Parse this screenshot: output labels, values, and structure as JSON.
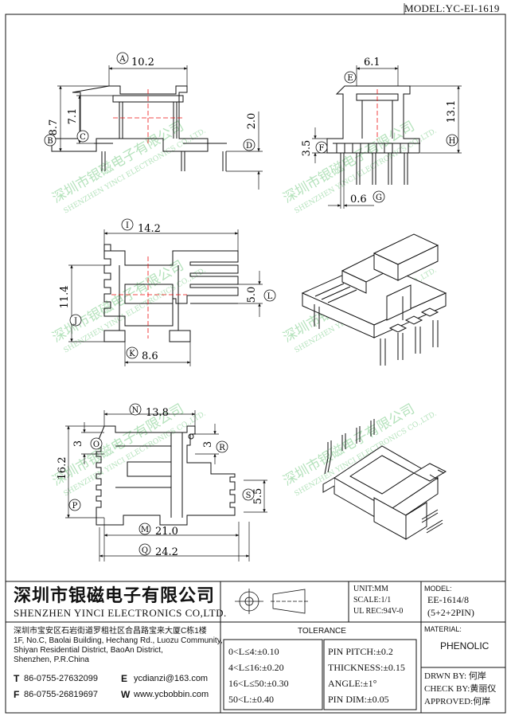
{
  "model_label": "MODEL:YC-EI-1619",
  "watermark": {
    "cn": "深圳市银磁电子有限公司",
    "en": "SHENZHEN YINCI ELECTRONICS CO.,LTD."
  },
  "dims": {
    "a": {
      "letter": "A",
      "value": "10.2"
    },
    "b": {
      "letter": "B",
      "value": "8.7"
    },
    "c": {
      "letter": "C",
      "value": "7.1"
    },
    "d": {
      "letter": "D",
      "value": "2.0"
    },
    "e": {
      "letter": "E",
      "value": "6.1"
    },
    "f": {
      "letter": "F",
      "value": "3.5"
    },
    "g": {
      "letter": "G",
      "value": "0.6"
    },
    "h": {
      "letter": "H",
      "value": "13.1"
    },
    "i": {
      "letter": "I",
      "value": "14.2"
    },
    "j": {
      "letter": "J",
      "value": "11.4"
    },
    "k": {
      "letter": "K",
      "value": "8.6"
    },
    "l": {
      "letter": "L",
      "value": "5.0"
    },
    "n": {
      "letter": "N",
      "value": "13.8"
    },
    "o": {
      "letter": "O",
      "value": "3"
    },
    "p": {
      "letter": "P",
      "value": "16.2"
    },
    "r": {
      "letter": "R",
      "value": "3"
    },
    "s": {
      "letter": "S",
      "value": "5.5"
    },
    "m": {
      "letter": "M",
      "value": "21.0"
    },
    "q": {
      "letter": "Q",
      "value": "24.2"
    }
  },
  "company": {
    "name_cn": "深圳市银磁电子有限公司",
    "name_en": "SHENZHEN YINCI ELECTRONICS CO,LTD.",
    "address_cn": "深圳市宝安区石岩街道罗租社区合昌路宝来大厦C栋1楼",
    "address_en_1": "1F, No.C, Baolai Building, Hechang Rd., Luozu Community,",
    "address_en_2": "Shiyan Residential District, BaoAn District,",
    "address_en_3": "Shenzhen, P.R.China",
    "tel_label": "T",
    "tel": "86-0755-27632099",
    "fax_label": "F",
    "fax": "86-0755-26819697",
    "email_label": "E",
    "email": "ycdianzi@163.com",
    "web_label": "W",
    "web": "www.ycbobbin.com"
  },
  "specs": {
    "unit": "UNIT:MM",
    "scale": "SCALE:1/1",
    "ul_rec": "UL REC:94V-0",
    "model_heading": "MODEL:",
    "model_value": "EE-1614/8",
    "model_pins": "(5+2+2PIN)",
    "material_heading": "MATERIAL:",
    "material_value": "PHENOLIC"
  },
  "tolerance": {
    "heading": "TOLERANCE",
    "rows_left": [
      "0<L≤4:±0.10",
      "4<L≤16:±0.20",
      "16<L≤50:±0.30",
      "50<L:±0.40"
    ],
    "rows_right": [
      "PIN PITCH:±0.2",
      "THICKNESS:±0.15",
      "ANGLE:±1°",
      "PIN DIM:±0.05"
    ]
  },
  "approvals": {
    "drawn": "DRWN BY: 何岸",
    "check": "CHECK BY:黄丽仪",
    "approved": "APPROVED:何岸"
  }
}
